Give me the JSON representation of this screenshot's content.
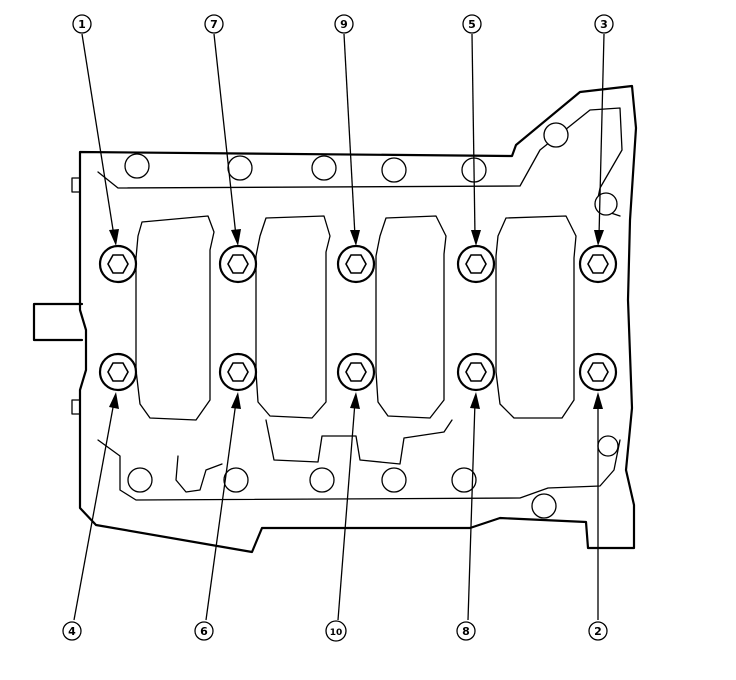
{
  "diagram": {
    "callouts": [
      {
        "label": "1"
      },
      {
        "label": "7"
      },
      {
        "label": "9"
      },
      {
        "label": "5"
      },
      {
        "label": "3"
      },
      {
        "label": "4"
      },
      {
        "label": "6"
      },
      {
        "label": "10"
      },
      {
        "label": "8"
      },
      {
        "label": "2"
      }
    ]
  }
}
